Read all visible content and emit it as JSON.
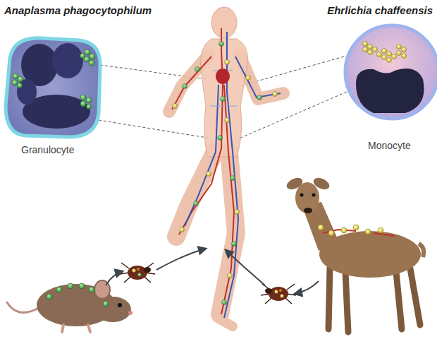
{
  "diagram": {
    "labels": [
      "Anaplasma phagocytophilum",
      "Ehrlichia chaffeensis",
      "Granulocyte",
      "Monocyte"
    ]
  }
}
